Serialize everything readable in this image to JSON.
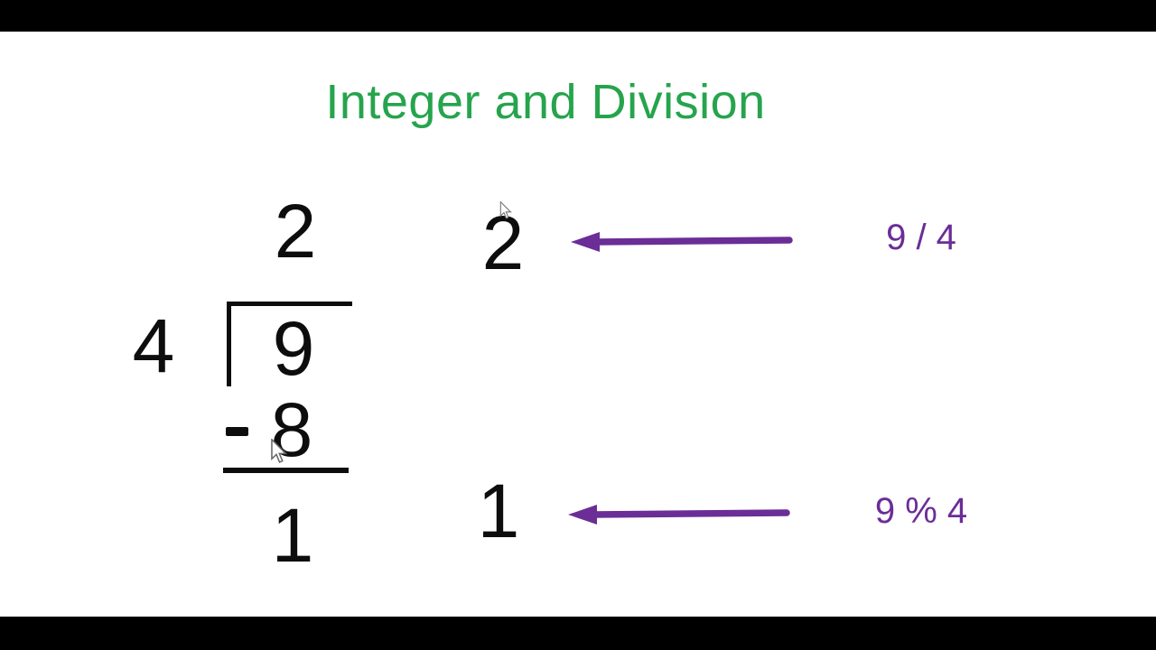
{
  "slide": {
    "title": "Integer and Division",
    "long_division": {
      "quotient": "2",
      "divisor": "4",
      "dividend": "9",
      "minus": "-",
      "subtrahend": "8",
      "remainder": "1"
    },
    "quotient_row": {
      "value": "2",
      "label": "9 / 4"
    },
    "remainder_row": {
      "value": "1",
      "label": "9 % 4"
    },
    "colors": {
      "title_green": "#26a44d",
      "purple": "#6b2d96",
      "digit_black": "#0d0d0d",
      "letterbox_black": "#000000"
    }
  }
}
